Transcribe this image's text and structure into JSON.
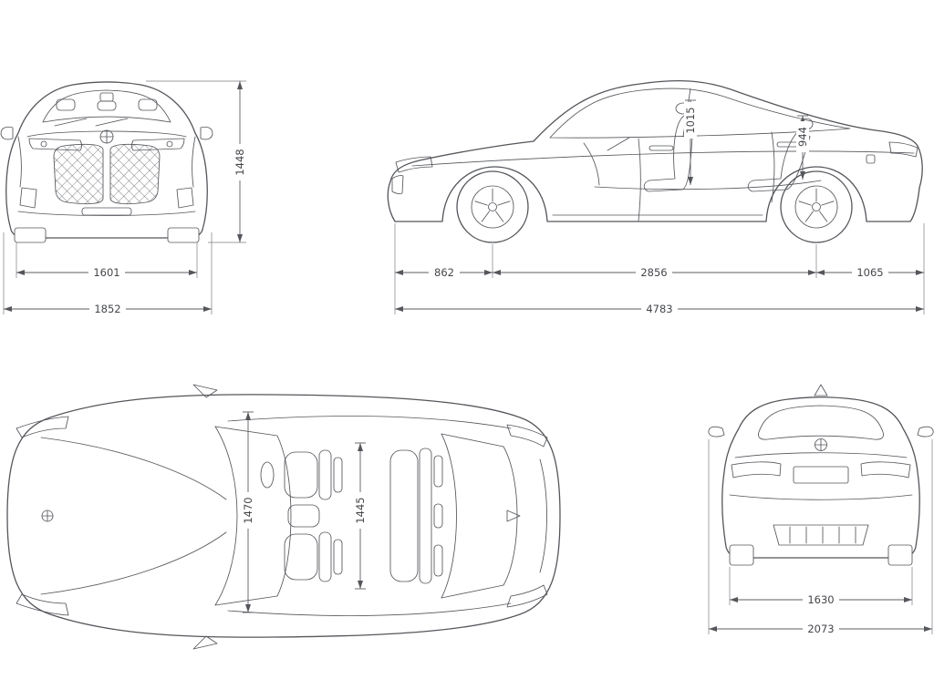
{
  "dims": {
    "front": {
      "overall_height": "1448",
      "track": "1601",
      "overall_width": "1852"
    },
    "side": {
      "front_headroom": "1015",
      "rear_headroom": "944",
      "front_overhang": "862",
      "wheelbase": "2856",
      "rear_overhang": "1065",
      "overall_length": "4783"
    },
    "top": {
      "front_interior_width": "1470",
      "rear_interior_width": "1445"
    },
    "rear": {
      "track": "1630",
      "width_incl_mirrors": "2073"
    }
  },
  "colors": {
    "line": "#54565b",
    "dim_text": "#44464b",
    "background": "#ffffff"
  }
}
